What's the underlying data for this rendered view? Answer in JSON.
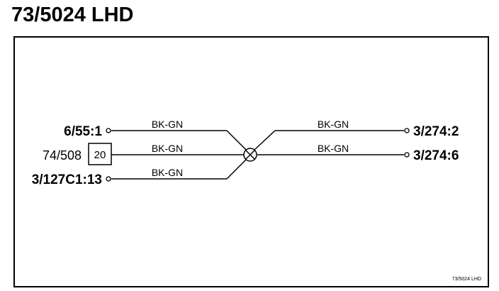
{
  "title": "73/5024 LHD",
  "left_connectors": [
    {
      "label": "6/55:1"
    },
    {
      "label": "74/508",
      "box": "20"
    },
    {
      "label": "3/127C1:13"
    }
  ],
  "right_connectors": [
    {
      "label": "3/274:2"
    },
    {
      "label": "3/274:6"
    }
  ],
  "wire_labels_left": [
    "BK-GN",
    "BK-GN",
    "BK-GN"
  ],
  "wire_labels_right": [
    "BK-GN",
    "BK-GN"
  ],
  "footer": "73/5024 LHD"
}
